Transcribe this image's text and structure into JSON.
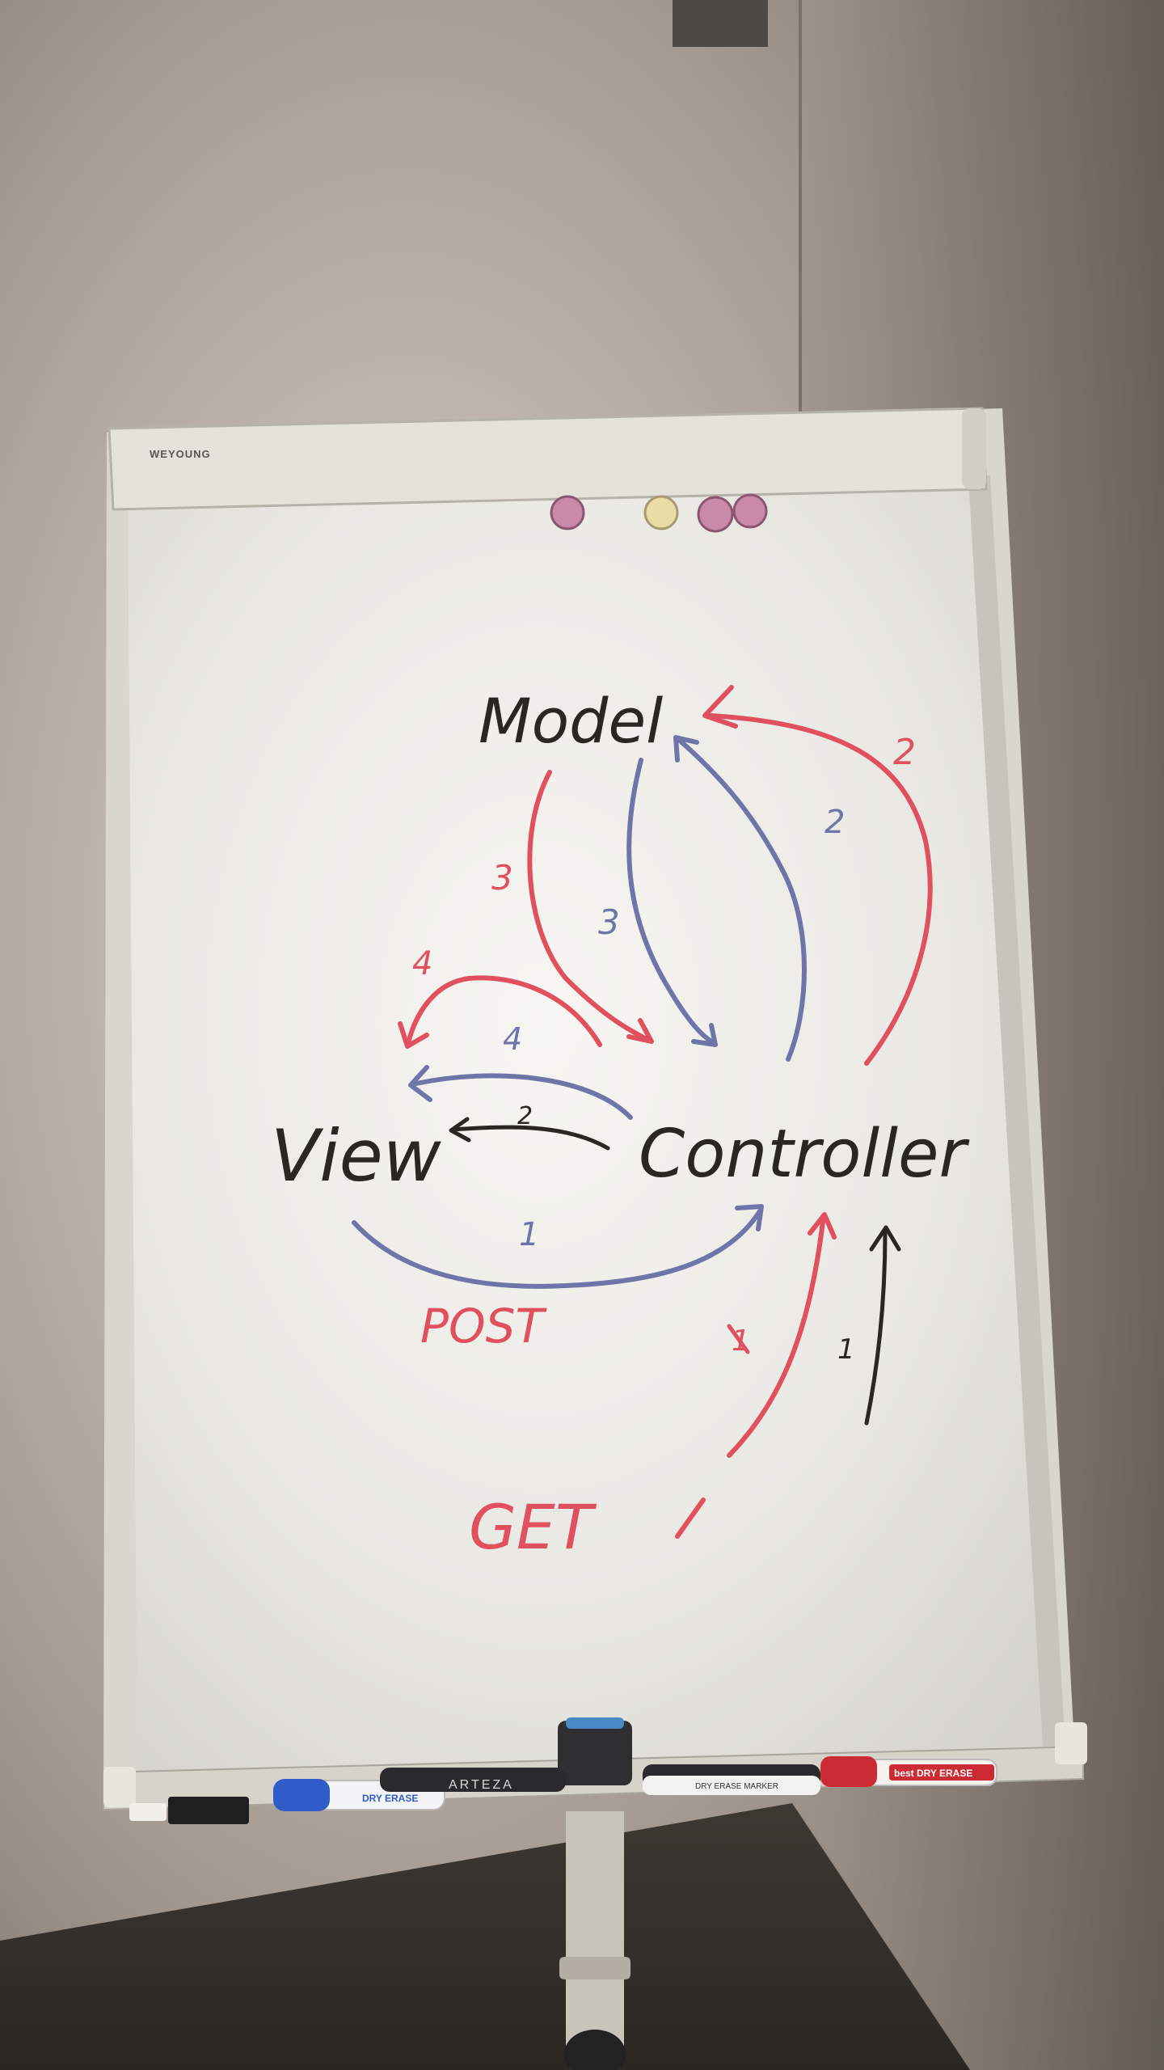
{
  "board": {
    "brand": "WEYOUNG",
    "words": {
      "model": "Model",
      "view": "View",
      "controller": "Controller",
      "post": "POST",
      "get": "GET"
    },
    "arrow_numbers": {
      "red_model_to_controller": "3",
      "blue_model_to_controller": "3",
      "blue_controller_to_model": "2",
      "red_controller_to_model": "2",
      "red_over_view": "4",
      "blue_over_view": "4",
      "black_controller_to_view": "2",
      "blue_view_to_controller": "1",
      "red_get_to_controller": "1",
      "black_get_to_controller": "1"
    }
  },
  "tray": {
    "marker_1": "DRY ERASE",
    "marker_2": "ARTEZA",
    "marker_3": "DRY ERASE MARKER",
    "marker_4": "best DRY ERASE"
  },
  "colors": {
    "ink_black": "#2a2622",
    "ink_red": "#e0505e",
    "ink_blue": "#6f75a8",
    "board_white": "#ecebe6",
    "wall": "#8a817a",
    "frame": "#dcdad2"
  }
}
